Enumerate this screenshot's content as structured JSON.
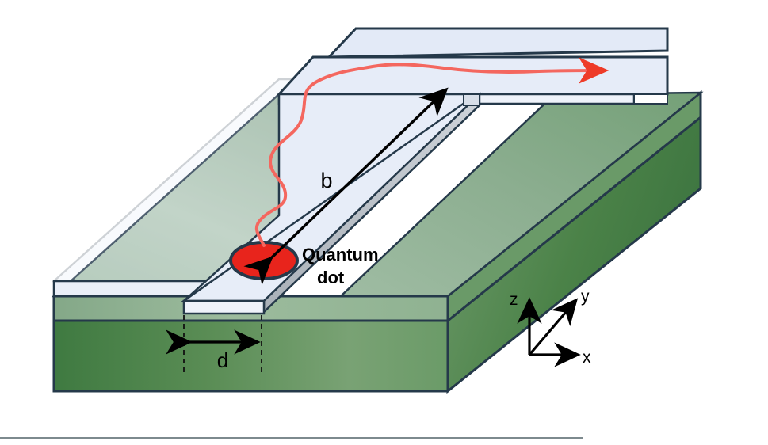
{
  "figure": {
    "type": "diagram",
    "subject": "Quantum dot embedded in a ridge waveguide on a layered slab substrate",
    "title": "",
    "background_color": "#ffffff"
  },
  "labels": {
    "quantum_dot_line1": "Quantum",
    "quantum_dot_line2": "dot",
    "distance_b": "b",
    "width_d": "d",
    "axis_x": "x",
    "axis_y": "y",
    "axis_z": "z"
  },
  "colors": {
    "outline": "#25394a",
    "cladding_light": "#e3eaf7",
    "cladding_pale": "#eef2fa",
    "ridge_side": "#b9bfc6",
    "slab_top_light": "#c9d8cf",
    "slab_top_dark": "#8fae93",
    "substrate_light": "#6f9b6a",
    "substrate_dark": "#3f7a41",
    "side_face_dark": "#41763f",
    "quantum_dot_fill": "#e8241c",
    "photon_path": "#f4675f",
    "arrow_black": "#000000",
    "bottom_rule": "#7d8a8e"
  },
  "elements": {
    "substrate_block": "green layered substrate slab drawn in 3D perspective",
    "cladding_layer": "light blue transparent top cladding layer",
    "ridge_waveguide": "raised narrow ridge strip running diagonally across the top surface",
    "quantum_dot": "red ellipse sitting on the ridge waveguide",
    "photon_path": "red wavy curve emerging from the quantum dot and travelling along the waveguide, ending in a right-pointing red arrowhead",
    "distance_arrow_b": "double-headed black arrow along the ridge from the quantum dot to the waveguide end, labelled b",
    "width_arrow_d": "double-headed black arrow between two dashed vertical guide lines on the front face, labelled d",
    "axis_triad": "coordinate axes showing x to the right, y up-right diagonal, z vertical"
  },
  "axes": {
    "items": [
      {
        "name": "z",
        "direction": "up"
      },
      {
        "name": "y",
        "direction": "up-right diagonal"
      },
      {
        "name": "x",
        "direction": "right"
      }
    ]
  }
}
